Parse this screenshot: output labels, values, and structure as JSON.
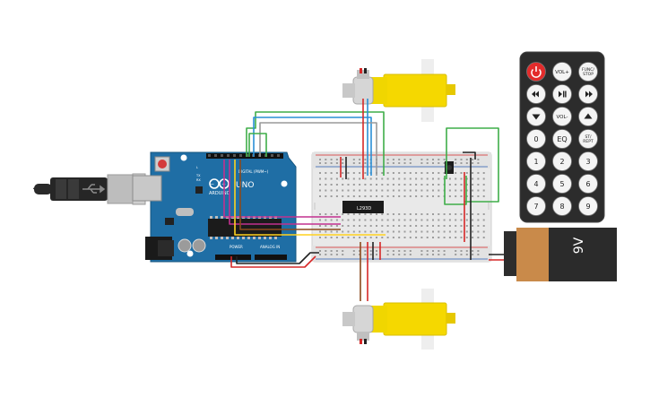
{
  "arduino": {
    "brand": "ARDUINO",
    "model": "UNO",
    "digital_label": "DIGITAL (PWM~)",
    "power_label": "POWER",
    "analog_label": "ANALOG IN",
    "tx_label": "TX",
    "rx_label": "RX",
    "l_label": "L"
  },
  "breadboard": {
    "ic_label": "L293D"
  },
  "battery": {
    "label": "9V"
  },
  "remote": {
    "buttons": [
      {
        "name": "power",
        "label": ""
      },
      {
        "name": "vol-plus",
        "label": "VOL+"
      },
      {
        "name": "func-stop",
        "label": "FUNC/ STOP"
      },
      {
        "name": "prev",
        "label": ""
      },
      {
        "name": "play-pause",
        "label": ""
      },
      {
        "name": "next",
        "label": ""
      },
      {
        "name": "down",
        "label": ""
      },
      {
        "name": "vol-minus",
        "label": "VOL-"
      },
      {
        "name": "up",
        "label": ""
      },
      {
        "name": "zero",
        "label": "0"
      },
      {
        "name": "eq",
        "label": "EQ"
      },
      {
        "name": "st-rept",
        "label": "ST/ REPT"
      },
      {
        "name": "one",
        "label": "1"
      },
      {
        "name": "two",
        "label": "2"
      },
      {
        "name": "three",
        "label": "3"
      },
      {
        "name": "four",
        "label": "4"
      },
      {
        "name": "five",
        "label": "5"
      },
      {
        "name": "six",
        "label": "6"
      },
      {
        "name": "seven",
        "label": "7"
      },
      {
        "name": "eight",
        "label": "8"
      },
      {
        "name": "nine",
        "label": "9"
      }
    ]
  },
  "colors": {
    "arduino_blue": "#1f6ea5",
    "breadboard": "#e9e9e9",
    "motor_yellow": "#f5d800",
    "battery_orange": "#c98a4a",
    "remote_body": "#2c2c2c",
    "remote_power": "#e32b2b",
    "wire_green": "#3fae49",
    "wire_blue": "#2a8fd6",
    "wire_red": "#d62828",
    "wire_magenta": "#c2308f",
    "wire_yellow": "#ffd21f",
    "wire_brown": "#8b4a1c",
    "wire_black": "#222222"
  }
}
